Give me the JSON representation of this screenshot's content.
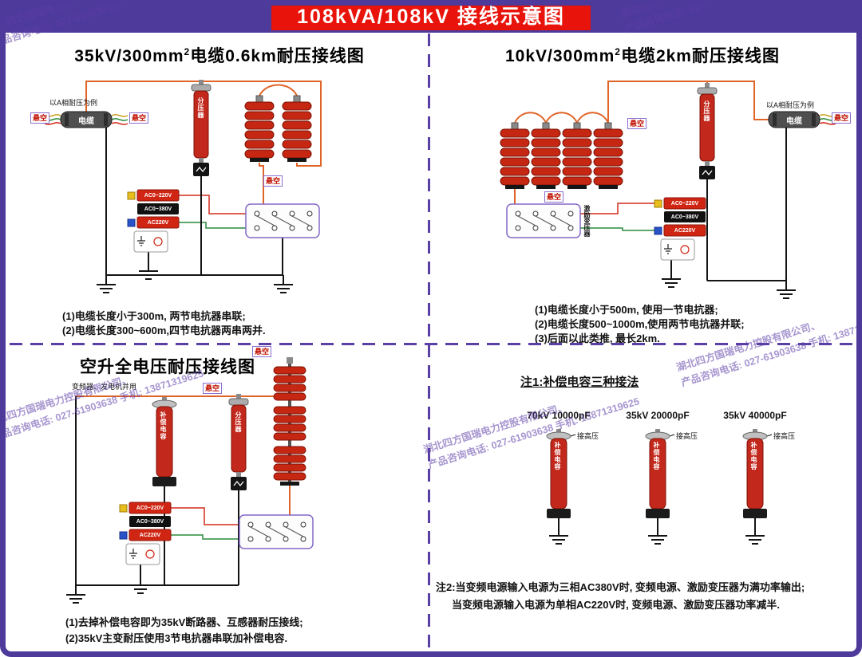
{
  "page": {
    "title": "108kVA/108kV 接线示意图"
  },
  "watermark": {
    "line1": "湖北四方国瑞电力控股有限公司、",
    "line2": "产品咨询电话: 027-61903638 手机: 13871319625"
  },
  "common": {
    "suspend": "悬空",
    "cable": "电缆",
    "divider": "分压器",
    "capacitor": "补偿电容",
    "transformer": "激励变压器",
    "example": "以A相耐压为例",
    "hv": "接高压",
    "ac_out1": "AC0~220V",
    "ac_out2": "AC0~380V",
    "ac_in": "AC220V"
  },
  "tl": {
    "title_main": "35kV/300mm",
    "title_sup": "2",
    "title_rest": "电缆0.6km耐压接线图",
    "notes": [
      "(1)电缆长度小于300m, 两节电抗器串联;",
      "(2)电缆长度300~600m,四节电抗器两串两并."
    ]
  },
  "tr": {
    "title_main": "10kV/300mm",
    "title_sup": "2",
    "title_rest": "电缆2km耐压接线图",
    "notes": [
      "(1)电缆长度小于500m, 使用一节电抗器;",
      "(2)电缆长度500~1000m,使用两节电抗器并联;",
      "(3)后面以此类推, 最长2km."
    ]
  },
  "bl": {
    "title": "空升全电压耐压接线图",
    "source_label": "变频器、发电机并用",
    "notes": [
      "(1)去掉补偿电容即为35kV断路器、互感器耐压接线;",
      "(2)35kV主变耐压使用3节电抗器串联加补偿电容."
    ]
  },
  "br": {
    "note1_title": "注1:补偿电容三种接法",
    "caps": [
      "70kV 10000pF",
      "35kV 20000pF",
      "35kV 40000pF"
    ],
    "note2": [
      "注2:当变频电源输入电源为三相AC380V时, 变频电源、激励变压器为满功率输出;",
      "当变频电源输入电源为单相AC220V时, 变频电源、激励变压器功率减半."
    ]
  },
  "colors": {
    "frame_purple": "#4e3a9a",
    "header_red": "#e8130b",
    "reactor_red": "#c52713",
    "wire_orange": "#e06428"
  }
}
